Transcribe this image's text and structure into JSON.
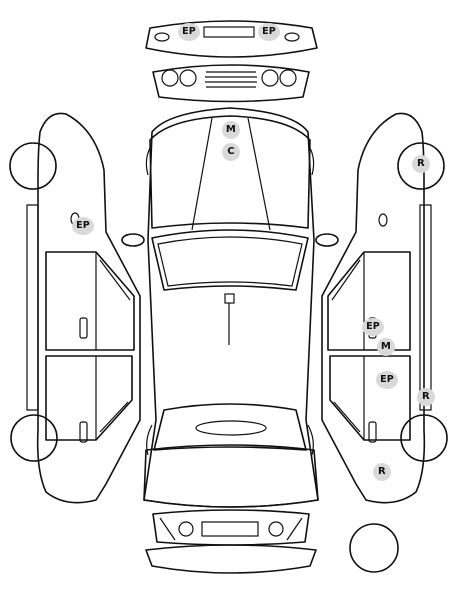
{
  "colors": {
    "line": "#111111",
    "marker": "#d9d9d9",
    "background": "#ffffff"
  },
  "markers": {
    "ep_front_bumper_left": "EP",
    "ep_front_bumper_right": "EP",
    "m_hood": "M",
    "c_hood": "C",
    "r_right_front_wheel": "R",
    "ep_left_front_fender": "EP",
    "ep_right_front_door": "EP",
    "m_right_front_door": "M",
    "ep_right_rear_door": "EP",
    "r_right_rear_wheel": "R",
    "r_right_rear_quarter": "R"
  }
}
